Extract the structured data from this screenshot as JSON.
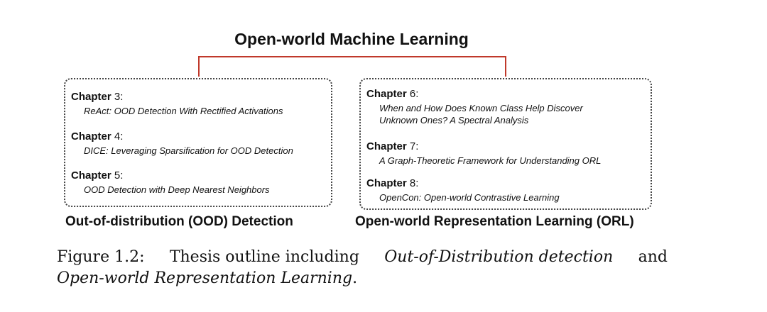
{
  "title": "Open-world Machine Learning",
  "left_box": {
    "label": "Out-of-distribution (OOD) Detection",
    "chapters": [
      {
        "head": "Chapter",
        "num": "3:",
        "title": "ReAct: OOD Detection With Rectified Activations"
      },
      {
        "head": "Chapter",
        "num": "4:",
        "title": "DICE: Leveraging Sparsification for OOD Detection"
      },
      {
        "head": "Chapter",
        "num": "5:",
        "title": "OOD Detection with Deep Nearest Neighbors"
      }
    ]
  },
  "right_box": {
    "label": "Open-world Representation Learning (ORL)",
    "chapters": [
      {
        "head": "Chapter",
        "num": "6:",
        "title_line1": "When and How Does Known Class Help Discover",
        "title_line2": "Unknown Ones? A Spectral Analysis"
      },
      {
        "head": "Chapter",
        "num": "7:",
        "title": "A Graph-Theoretic Framework for Understanding ORL"
      },
      {
        "head": "Chapter",
        "num": "8:",
        "title": "OpenCon: Open-world Contrastive Learning"
      }
    ]
  },
  "caption": {
    "prefix": "Figure 1.2:",
    "text1": "Thesis outline including",
    "em1": "Out-of-Distribution detection",
    "text2": "and",
    "em2": "Open-world Representation Learning",
    "suffix": "."
  },
  "colors": {
    "connector": "#c0392b",
    "border": "#444444"
  }
}
